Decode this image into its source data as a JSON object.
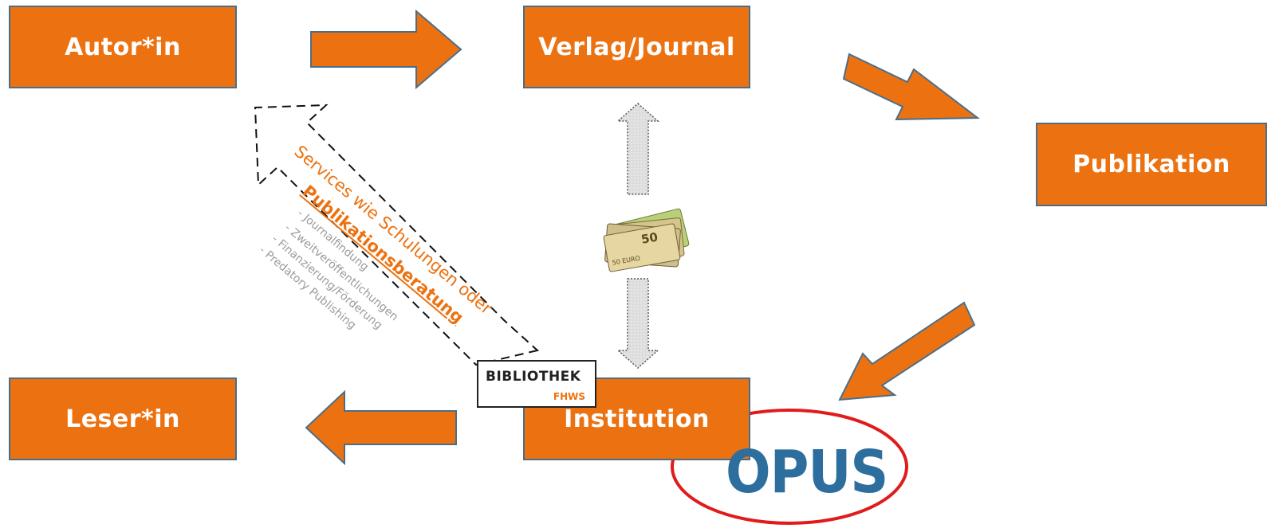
{
  "nodes": {
    "author": "Autor*in",
    "publisher": "Verlag/Journal",
    "publication": "Publikation",
    "reader": "Leser*in",
    "institution": "Institution"
  },
  "services": {
    "line1": "Services wie Schulungen oder",
    "line2": "Publikationsberatung",
    "items": [
      "- Journalfindung",
      "- Zweitveröffentlichungen",
      "- Finanzierung/Förderung",
      "- Predatory Publishing"
    ]
  },
  "library_logo": {
    "title": "BIBLIOTHEK",
    "subtitle": "FHWS"
  },
  "opus_logo": "OPUS",
  "money_icon": "banknotes-icon",
  "colors": {
    "accent": "#ec7211",
    "box_border": "#4a6e8a",
    "highlight_ellipse": "#e11b1b",
    "opus_blue": "#2d6e9e"
  }
}
